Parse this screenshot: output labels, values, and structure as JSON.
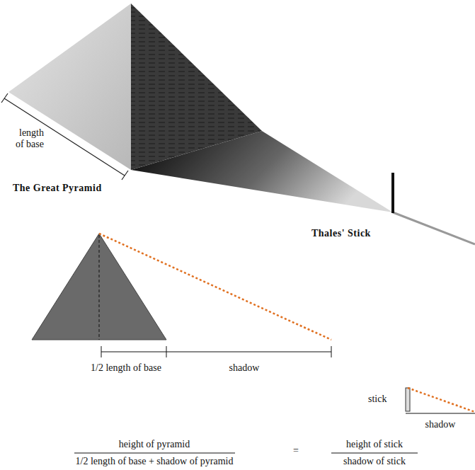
{
  "diagram": {
    "labels": [
      "length of base",
      "The Great Pyramid",
      "Thales' Stick",
      "1/2 length of base",
      "shadow",
      "stick",
      "shadow",
      "height of pyramid",
      "1/2 length of base + shadow of pyramid",
      "=",
      "height of stick",
      "shadow of stick"
    ]
  }
}
